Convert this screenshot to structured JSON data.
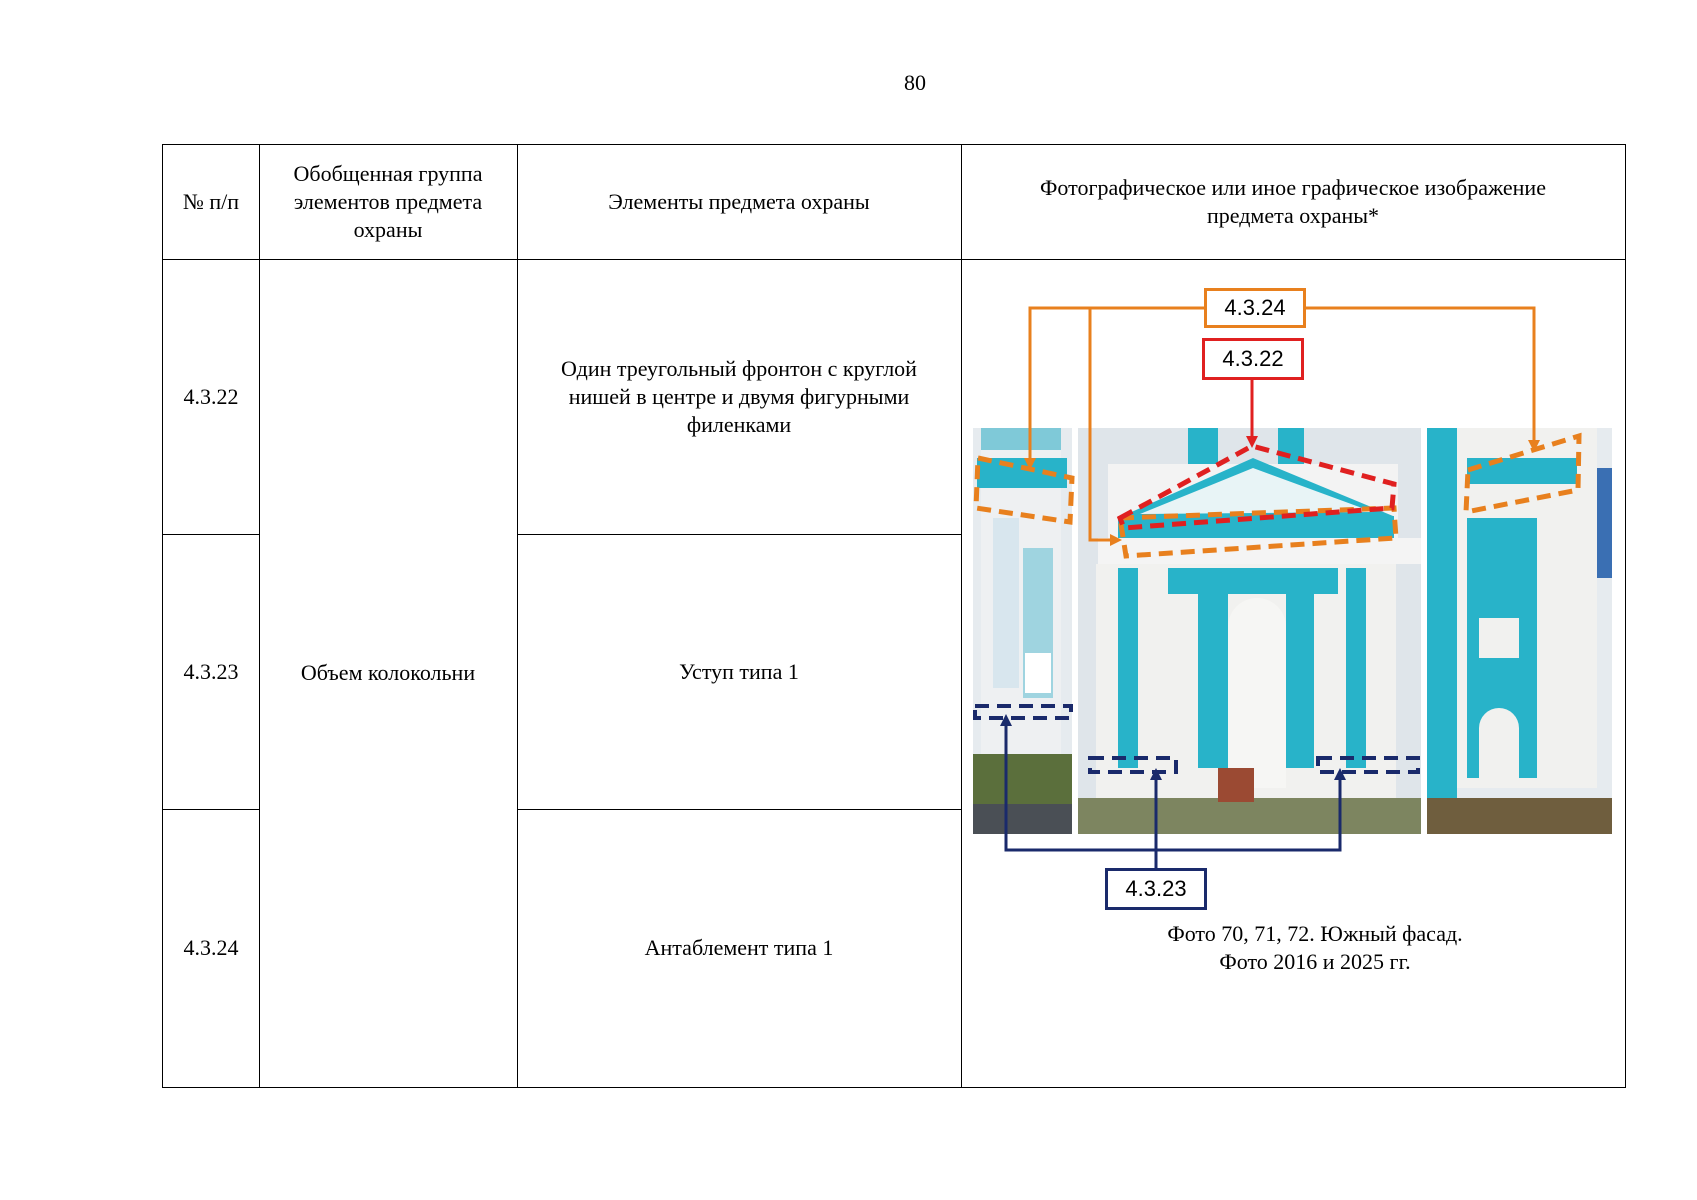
{
  "page": {
    "number": "80"
  },
  "table": {
    "headers": {
      "num": "№ п/п",
      "group": "Обобщенная группа элементов предмета охраны",
      "elements": "Элементы предмета охраны",
      "image": "Фотографическое или иное графическое изображение предмета охраны*"
    },
    "group_value": "Объем колокольни",
    "rows": [
      {
        "num": "4.3.22",
        "element": "Один треугольный фронтон с круглой нишей в центре и двумя фигурными филенками"
      },
      {
        "num": "4.3.23",
        "element": "Уступ типа 1"
      },
      {
        "num": "4.3.24",
        "element": "Антаблемент типа 1"
      }
    ]
  },
  "figure": {
    "labels": {
      "orange": "4.3.24",
      "red": "4.3.22",
      "navy": "4.3.23"
    },
    "colors": {
      "orange": "#e8801e",
      "red": "#e02020",
      "navy": "#1a2a6b",
      "turquoise": "#28b3c9"
    },
    "caption_line1": "Фото 70, 71, 72. Южный фасад.",
    "caption_line2": "Фото 2016 и 2025 гг."
  }
}
